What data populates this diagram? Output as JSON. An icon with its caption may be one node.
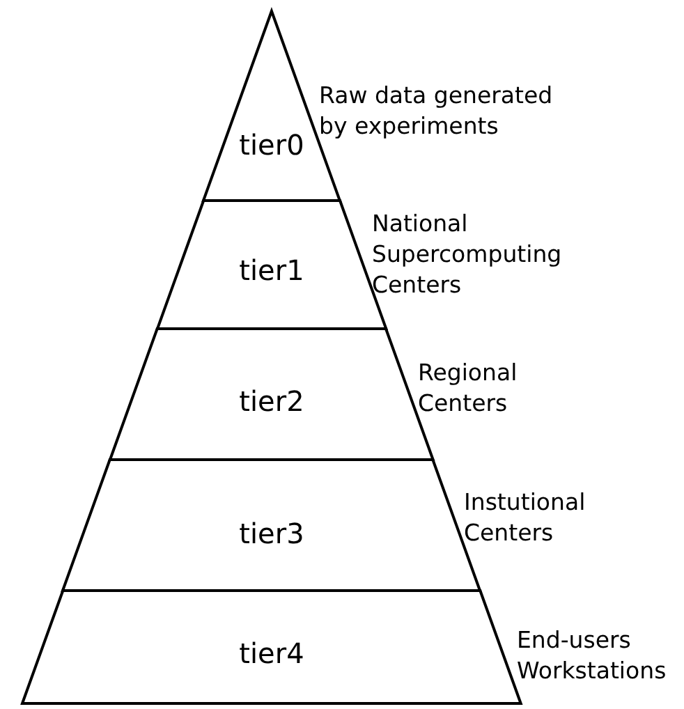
{
  "diagram": {
    "nodes": [
      {
        "text": [
          "tier0"
        ],
        "beside": [
          "Raw data generated by experiments"
        ]
      },
      {
        "text": [
          "tier1"
        ],
        "beside": [
          "National Supercomputing Centers"
        ]
      },
      {
        "text": [
          "tier2"
        ],
        "beside": [
          "Regional Centers"
        ]
      },
      {
        "text": [
          "tier3"
        ],
        "beside": [
          "Instutional Centers"
        ]
      },
      {
        "text": [
          "tier4"
        ],
        "beside": [
          "End-users Workstations"
        ]
      }
    ]
  }
}
